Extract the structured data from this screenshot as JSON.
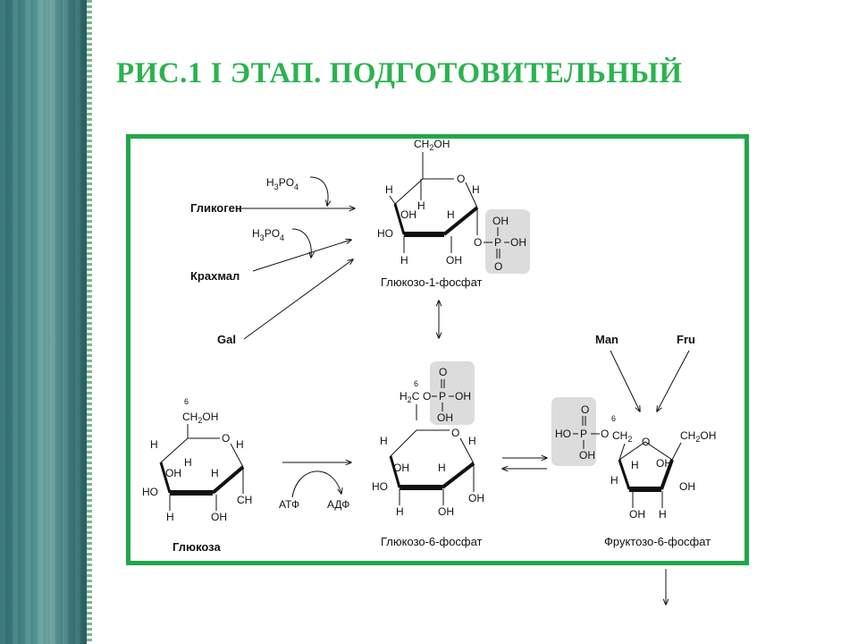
{
  "title": "РИС.1 I ЭТАП. ПОДГОТОВИТЕЛЬНЫЙ",
  "colors": {
    "accent": "#2bb34f",
    "frame": "#21a84a",
    "phosphate_box": "#dcdcdc"
  },
  "reagents": {
    "glycogen": "Гликоген",
    "starch": "Крахмал",
    "gal": "Gal",
    "man": "Man",
    "fru": "Fru",
    "h3po4_a": "H3PO4",
    "h3po4_b": "H3PO4",
    "atp": "АТФ",
    "adp": "АДФ"
  },
  "molecules": {
    "g1p": {
      "caption": "Глюкозо-1-фосфат",
      "top": "CH2OH"
    },
    "glucose": {
      "caption": "Глюкоза",
      "top": "CH2OH",
      "pos": "6"
    },
    "g6p": {
      "caption": "Глюкозо-6-фосфат",
      "ester": "H2C",
      "pos": "6"
    },
    "f6p": {
      "caption": "Фруктозо-6-фосфат",
      "right": "CH2OH",
      "left": "CH2",
      "pos": "6"
    }
  },
  "atoms": {
    "H": "H",
    "O": "O",
    "OH": "OH",
    "HO": "HO",
    "P": "P",
    "CH": "CH"
  }
}
